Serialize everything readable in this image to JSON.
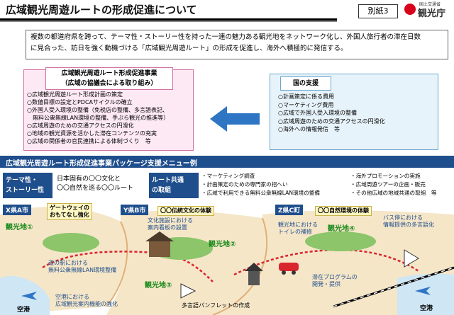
{
  "header": {
    "title": "広域観光周遊ルートの形成促進について",
    "annex": "別紙3",
    "logo_small": "国土交通省",
    "logo_text": "観光庁"
  },
  "intro": {
    "lines": [
      "複数の都道府県を跨って、テーマ性・ストーリー性を持った一連の魅力ある観光地をネットワーク化し、外国人旅行者の滞在日数",
      "に見合った、訪日を強く動機づける「広域観光周遊ルート」の形成を促進し、海外へ積極的に発信する。"
    ]
  },
  "left_box": {
    "title_lines": [
      "広域観光周遊ルート形成促進事業",
      "（広域の協議会による取り組み）"
    ],
    "items": [
      "○広域観光周遊ルート形成計画の策定",
      "○数値目標の設定とPDCAサイクルの確立",
      "○外国人受入環境の整備（免税店の整備、多言語表記、",
      "　無料公衆無線LAN環境の整備、手ぶら観光の推進等）",
      "○広域周遊のための交通アクセスの円滑化",
      "○地域の観光資源を活かした滞在コンテンツの充実",
      "○広域の関係者の官民連携による体制づくり　等"
    ]
  },
  "right_box": {
    "title": "国の支援",
    "items": [
      "○計画策定に係る費用",
      "○マーケティング費用",
      "○広域で外国人受入環境の整備",
      "○広域周遊のための交通アクセスの円滑化",
      "○海外への情報発信　等"
    ]
  },
  "menu": {
    "title": "広域観光周遊ルート形成促進事業パッケージ支援メニュー例",
    "theme_label": [
      "テーマ性・",
      "ストーリー性"
    ],
    "theme_text": [
      "日本固有の〇〇文化と",
      "〇〇自然を巡る〇〇ルート"
    ],
    "route_label": [
      "ルート共通",
      "の取組"
    ],
    "route_col1": [
      "・マーケティング調査",
      "・計画策定のための専門家の招へい",
      "・広域で利用できる無料公衆無線LAN環境の整備"
    ],
    "route_col2": [
      "・海外プロモーションの実施",
      "・広域周遊ツアーの企画・販売",
      "・その他広域の地域共通の取組　等"
    ]
  },
  "map": {
    "city_x": "X県A市",
    "city_y": "Y県B市",
    "city_z": "Z県C町",
    "gateway": [
      "ゲートウェイの",
      "おもてなし強化"
    ],
    "culture_exp": "〇〇伝統文化の体験",
    "nature_exp": "〇〇自然環境の体験",
    "spot1": "観光地①",
    "spot2": "観光地②",
    "spot3": "観光地③",
    "spot4": "観光地④",
    "culture_facility": [
      "文化施設における",
      "案内看板の設置"
    ],
    "station_wifi": [
      "道の駅における",
      "無料公衆無線LAN環境整備"
    ],
    "airport": "空港",
    "airport_info": [
      "空港における",
      "広域観光案内機能の強化"
    ],
    "pamphlet": "多言語パンフレットの作成",
    "toilet": [
      "観光地における",
      "トイレの補修"
    ],
    "stay_program": [
      "滞在プログラムの",
      "開発・提供"
    ],
    "bus_stop": [
      "バス停における",
      "情報提供の多言語化"
    ],
    "airport2": "空港"
  }
}
